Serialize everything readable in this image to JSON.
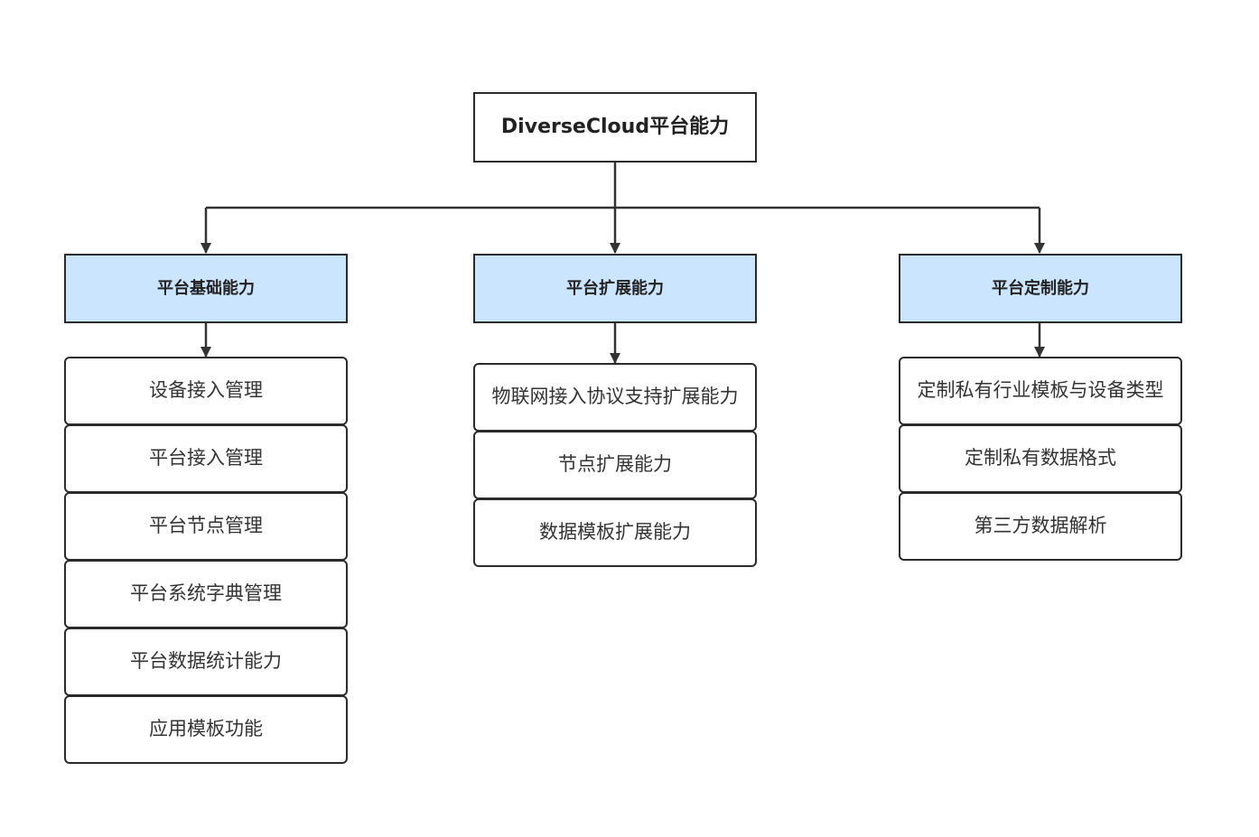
{
  "diagram": {
    "root": {
      "label": "DiverseCloud平台能力"
    },
    "categories": [
      {
        "label": "平台基础能力",
        "items": [
          "设备接入管理",
          "平台接入管理",
          "平台节点管理",
          "平台系统字典管理",
          "平台数据统计能力",
          "应用模板功能"
        ]
      },
      {
        "label": "平台扩展能力",
        "items": [
          "物联网接入协议支持扩展能力",
          "节点扩展能力",
          "数据模板扩展能力"
        ]
      },
      {
        "label": "平台定制能力",
        "items": [
          "定制私有行业模板与设备类型",
          "定制私有数据格式",
          "第三方数据解析"
        ]
      }
    ],
    "colors": {
      "category_fill": "#cce5ff",
      "border": "#2b2b2b",
      "connector": "#333333"
    }
  }
}
